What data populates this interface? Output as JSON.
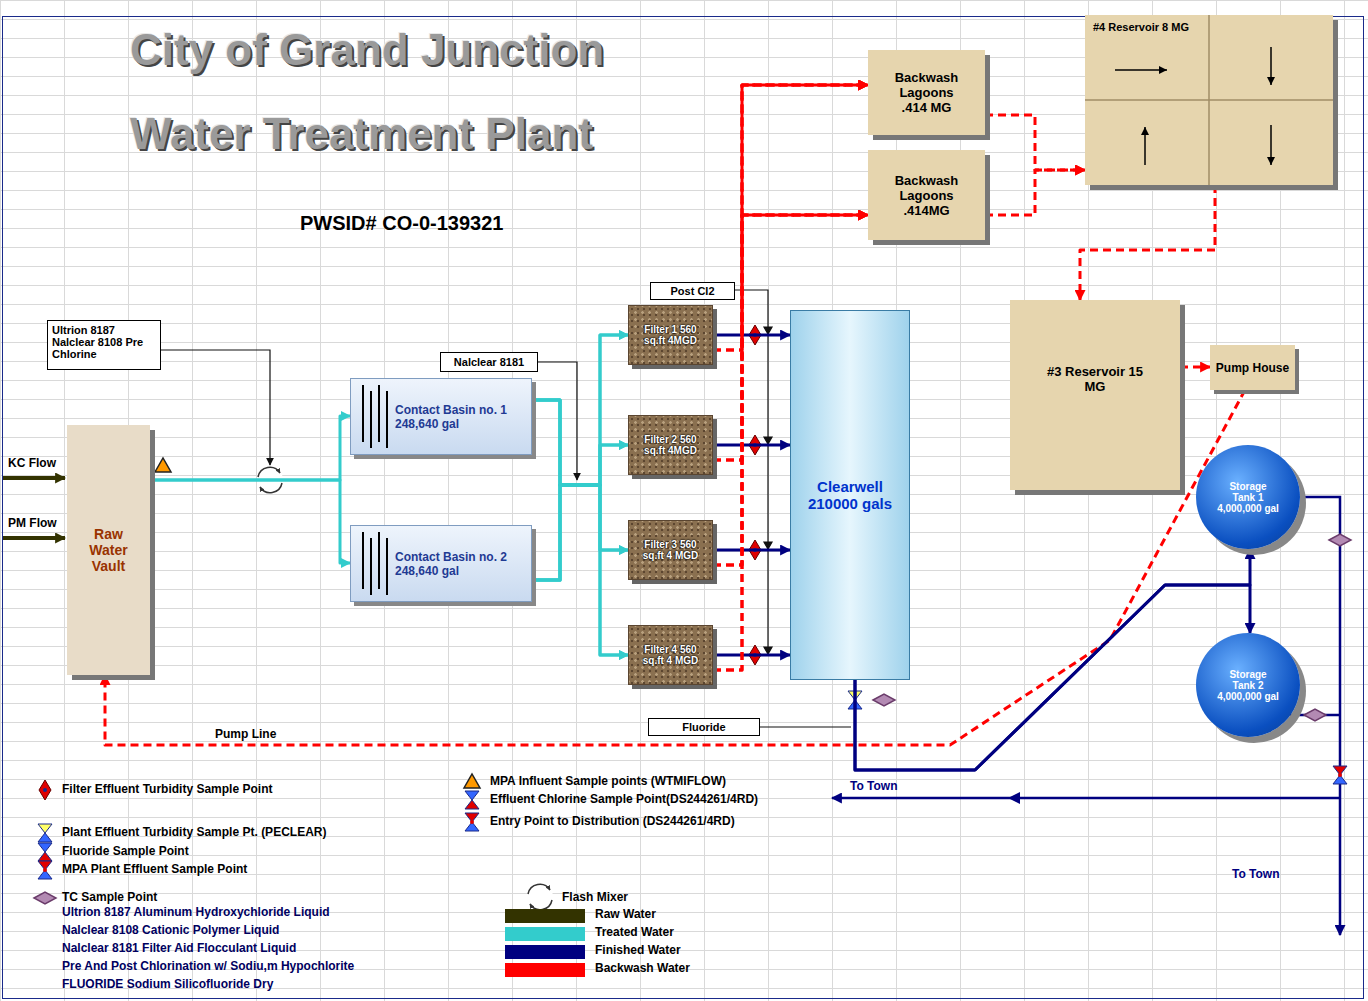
{
  "diagram": {
    "title": "City of Grand Junction Water Treatment Plant",
    "nodes": [
      {
        "text": [
          "Raw Water Vault"
        ]
      },
      {
        "text": [
          "Ultrion 8187 Nalclear 8108 Pre Chlorine"
        ]
      },
      {
        "text": [
          "Contact Basin no. 1 248,640 gal"
        ]
      },
      {
        "text": [
          "Contact Basin no. 2 248,640 gal"
        ]
      },
      {
        "text": [
          "Nalclear 8181"
        ]
      },
      {
        "text": [
          "Filter 1 560 sq.ft 4MGD"
        ]
      },
      {
        "text": [
          "Filter 2 560 sq.ft 4MGD"
        ]
      },
      {
        "text": [
          "Filter 3 560 sq.ft 4 MGD"
        ]
      },
      {
        "text": [
          "Filter 4 560 sq.ft 4 MGD"
        ]
      },
      {
        "text": [
          "Post Cl2"
        ]
      },
      {
        "text": [
          "Clearwell 210000 gals"
        ]
      },
      {
        "text": [
          "Fluoride"
        ]
      },
      {
        "text": [
          "Backwash Lagoons .414 MG"
        ]
      },
      {
        "text": [
          "Backwash Lagoons .414MG"
        ]
      },
      {
        "text": [
          "#4 Reservoir 8 MG"
        ]
      },
      {
        "text": [
          "#3 Reservoir 15 MG"
        ]
      },
      {
        "text": [
          "Pump House"
        ]
      },
      {
        "text": [
          "Storage Tank 1 4,000,000 gal"
        ]
      },
      {
        "text": [
          "Storage Tank 2 4,000,000 gal"
        ]
      }
    ],
    "edges": [
      {
        "from": 0,
        "to": 2,
        "arrow": "to"
      },
      {
        "from": 0,
        "to": 3,
        "arrow": "to"
      },
      {
        "from": 2,
        "to": 5,
        "arrow": "to"
      },
      {
        "from": 2,
        "to": 6,
        "arrow": "to"
      },
      {
        "from": 2,
        "to": 7,
        "arrow": "to"
      },
      {
        "from": 2,
        "to": 8,
        "arrow": "to"
      },
      {
        "from": 3,
        "to": 5,
        "arrow": "to"
      },
      {
        "from": 3,
        "to": 6,
        "arrow": "to"
      },
      {
        "from": 3,
        "to": 7,
        "arrow": "to"
      },
      {
        "from": 3,
        "to": 8,
        "arrow": "to"
      },
      {
        "from": 5,
        "to": 10,
        "arrow": "to"
      },
      {
        "from": 6,
        "to": 10,
        "arrow": "to"
      },
      {
        "from": 7,
        "to": 10,
        "arrow": "to"
      },
      {
        "from": 8,
        "to": 10,
        "arrow": "to"
      },
      {
        "from": 5,
        "to": 12,
        "arrow": "to"
      },
      {
        "from": 6,
        "to": 12,
        "arrow": "to"
      },
      {
        "from": 7,
        "to": 12,
        "arrow": "to"
      },
      {
        "from": 8,
        "to": 12,
        "arrow": "to"
      },
      {
        "from": 5,
        "to": 13,
        "arrow": "to"
      },
      {
        "from": 6,
        "to": 13,
        "arrow": "to"
      },
      {
        "from": 7,
        "to": 13,
        "arrow": "to"
      },
      {
        "from": 8,
        "to": 13,
        "arrow": "to"
      },
      {
        "from": 12,
        "to": 14,
        "arrow": "to"
      },
      {
        "from": 13,
        "to": 14,
        "arrow": "to"
      },
      {
        "from": 14,
        "to": 15,
        "arrow": "to"
      },
      {
        "from": 15,
        "to": 16,
        "arrow": "to"
      },
      {
        "from": 16,
        "to": 0,
        "arrow": "to"
      },
      {
        "from": 10,
        "to": 17,
        "arrow": "to"
      },
      {
        "from": 10,
        "to": 18,
        "arrow": "to"
      }
    ],
    "labels": [
      "PWSID# CO-0-139321",
      "KC Flow",
      "PM Flow",
      "Pump Line",
      "To Town",
      "To Town",
      "Ultrion 8187 Aluminum Hydroxychloride Liquid",
      "Nalclear 8108 Cationic Polymer Liquid",
      "Nalclear 8181 Filter Aid Flocculant Liquid",
      "Pre And Post Chlorination w/ Sodiu,m Hypochlorite",
      "FLUORIDE Sodium Silicofluoride Dry"
    ],
    "legend": [
      {
        "text": "Filter Effluent Turbidity Sample Point"
      },
      {
        "text": "Plant Effluent Turbidity Sample Pt. (PECLEAR)"
      },
      {
        "text": "Fluoride Sample Point"
      },
      {
        "text": "MPA Plant Effluent Sample Point"
      },
      {
        "text": "TC Sample Point"
      },
      {
        "text": "MPA Influent Sample points (WTMIFLOW)"
      },
      {
        "text": "Effluent Chlorine Sample Point(DS244261/4RD)"
      },
      {
        "text": "Entry Point to Distribution (DS244261/4RD)"
      },
      {
        "text": "Flash Mixer"
      },
      {
        "text": "Raw Water",
        "color": "#333300"
      },
      {
        "text": "Treated Water",
        "color": "#33CCCC"
      },
      {
        "text": "Finished Water",
        "color": "#000080"
      },
      {
        "text": "Backwash Water",
        "color": "#FF0000"
      }
    ]
  }
}
